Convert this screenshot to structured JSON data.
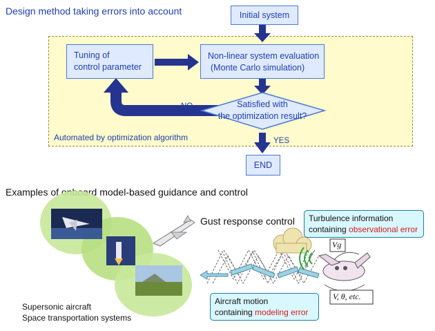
{
  "top_title": "Design method taking errors into account",
  "flow": {
    "initial": "Initial system",
    "evaluation_line1": "Non-linear system evaluation",
    "evaluation_line2": "(Monte Carlo simulation)",
    "tuning_line1": "Tuning of",
    "tuning_line2": "control parameter",
    "decision_line1": "Satisfied with",
    "decision_line2": "the optimization result?",
    "no_label": "NO",
    "yes_label": "YES",
    "end": "END",
    "automated": "Automated by optimization algorithm"
  },
  "bottom_title": "Examples of onboard model-based guidance and control",
  "gust_title": "Gust response control",
  "turbulence_callout": {
    "line1": "Turbulence information",
    "line2_prefix": "containing ",
    "line2_highlight": "observational error"
  },
  "motion_callout": {
    "line1": "Aircraft motion",
    "line2_prefix": "containing ",
    "line2_highlight": "modeling error"
  },
  "examples": {
    "line1": "Supersonic aircraft",
    "line2": "Space transportation systems"
  },
  "symbols": {
    "vg": "Vg",
    "state": "V, θ, etc."
  },
  "colors": {
    "flow_blue": "#1f3fa8",
    "arrow_navy": "#24348f",
    "yellow": "#fffbcc",
    "callout": "#d9f7ff",
    "error_red": "#d61a1a"
  }
}
